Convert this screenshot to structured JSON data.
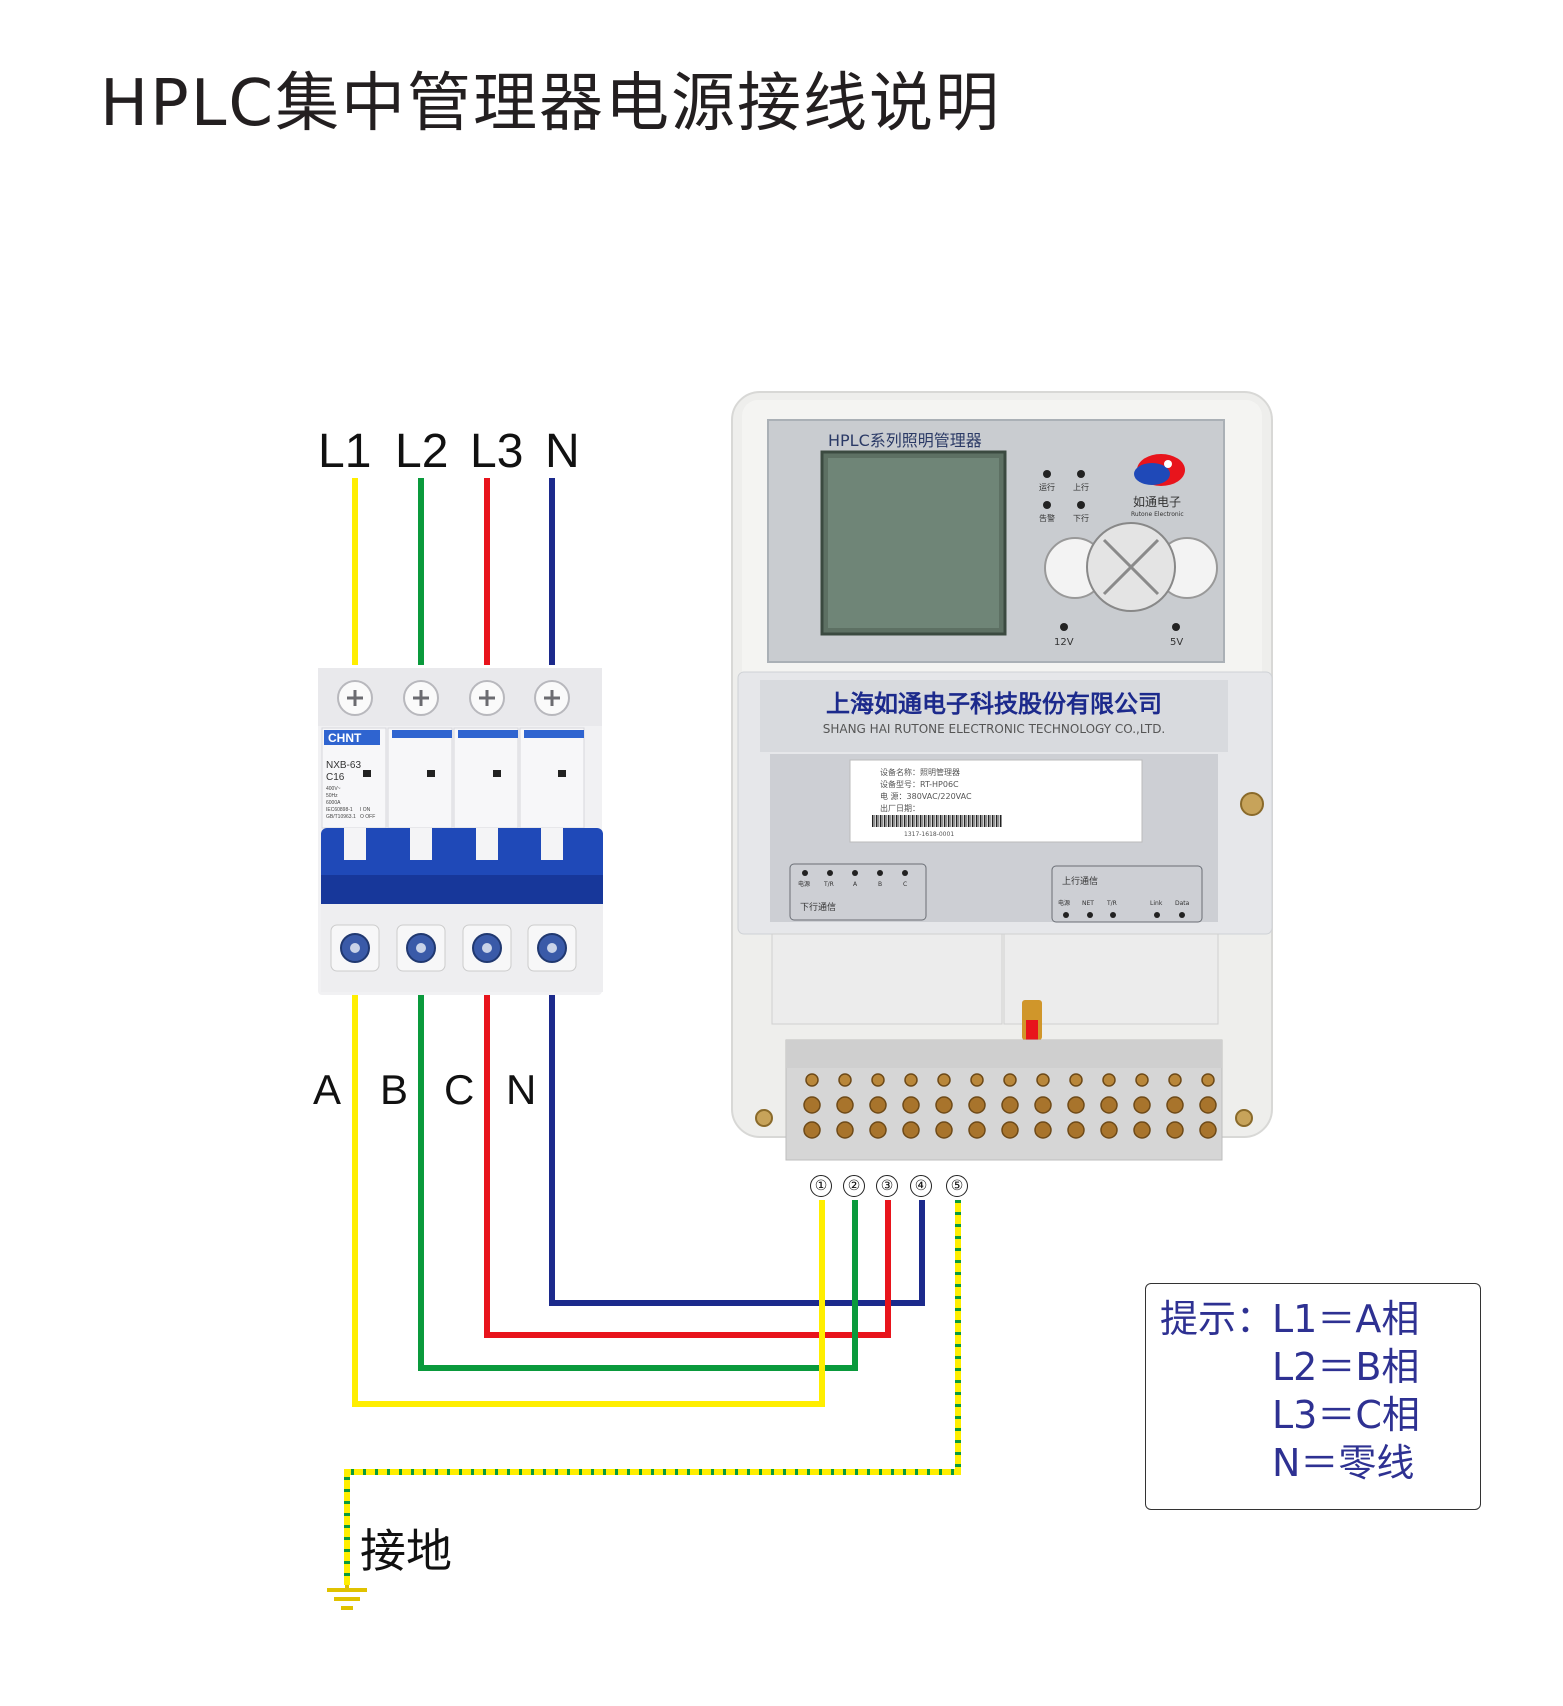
{
  "title": "HPLC集中管理器电源接线说明",
  "top_labels": [
    "L1",
    "L2",
    "L3",
    "N"
  ],
  "bottom_labels": [
    "A",
    "B",
    "C",
    "N"
  ],
  "terminal_numbers": [
    "①",
    "②",
    "③",
    "④",
    "⑤"
  ],
  "ground_label": "接地",
  "wire_colors": {
    "L1": "#ffee00",
    "L2": "#0a9a3c",
    "L3": "#e8141c",
    "N": "#1c2a8c",
    "PE": "#ffee00",
    "PE_stripe": "#0a9a3c"
  },
  "breaker": {
    "brand": "CHNT",
    "model": "NXB-63",
    "rating": "C16",
    "spec_lines": [
      "400V~",
      "50Hz",
      "6000A",
      "IEC60898-1",
      "GB/T10963.1"
    ],
    "switch_labels": [
      "I ON",
      "O OFF"
    ]
  },
  "device": {
    "panel_title": "HPLC系列照明管理器",
    "brand_cn": "如通电子",
    "brand_en": "Rutone Electronic",
    "indicators_top": [
      "运行",
      "上行",
      "告警",
      "下行"
    ],
    "power_labels": [
      "12V",
      "5V"
    ],
    "company_cn": "上海如通电子科技股份有限公司",
    "company_en": "SHANG HAI RUTONE ELECTRONIC TECHNOLOGY CO.,LTD.",
    "nameplate_lines": [
      "设备名称：照明管理器",
      "设备型号：RT-HP06C",
      "电    源：380VAC/220VAC",
      "出厂日期："
    ],
    "barcode_text": "1317-1618-0001",
    "downlink_leds": [
      "电源",
      "T/R",
      "A",
      "B",
      "C"
    ],
    "downlink_label": "下行通信",
    "uplink_label": "上行通信",
    "uplink_leds": [
      "电源",
      "NET",
      "T/R",
      "Link",
      "Data"
    ]
  },
  "hint": {
    "prefix": "提示：",
    "lines": [
      "L1＝A相",
      "L2＝B相",
      "L3＝C相",
      "N＝零线"
    ]
  }
}
